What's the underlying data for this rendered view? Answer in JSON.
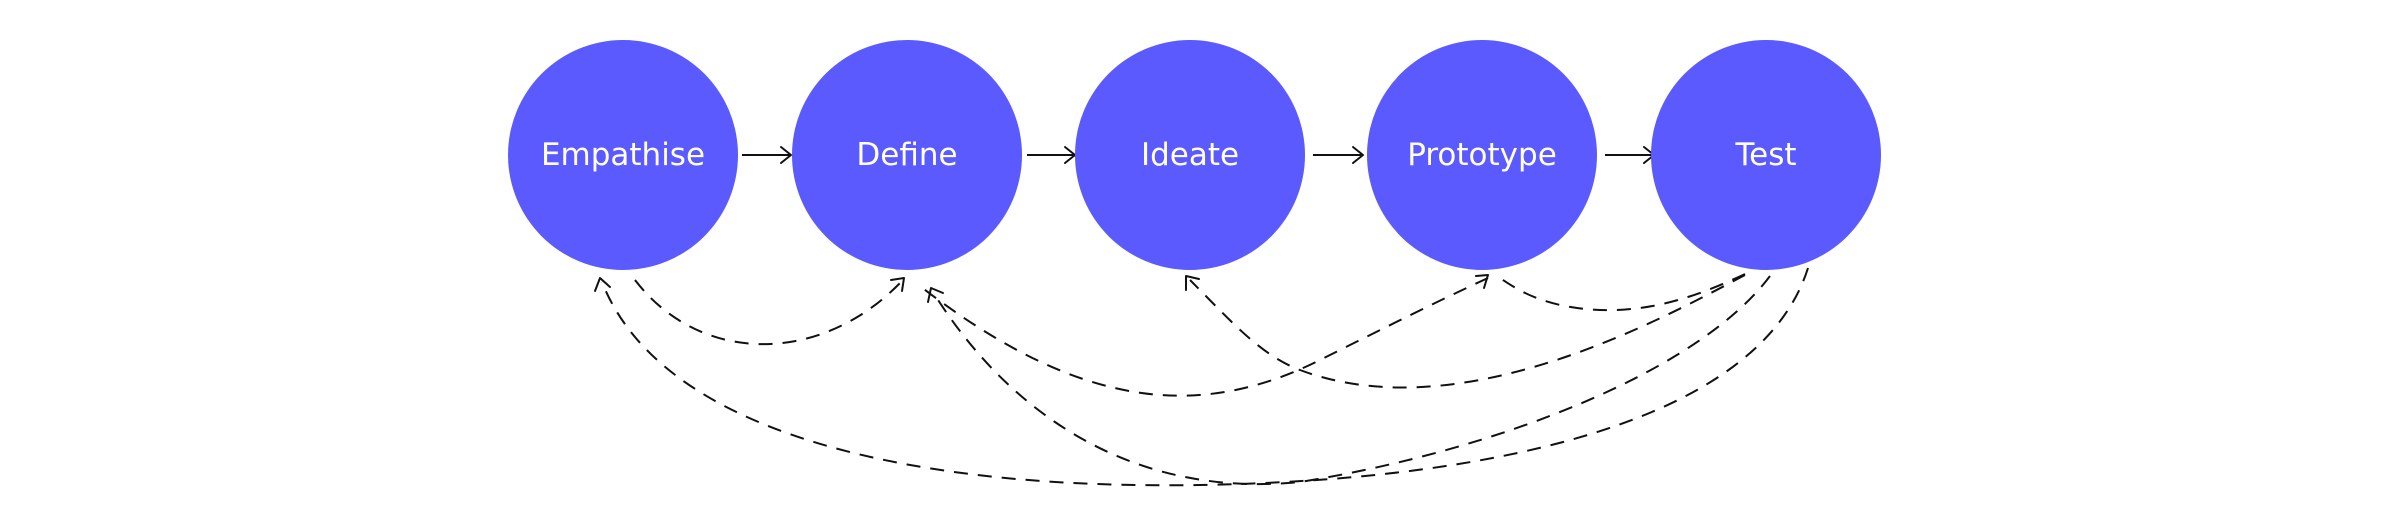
{
  "colors": {
    "stage_fill": "#5a5aff",
    "stage_text": "#ffffff",
    "line": "#111111",
    "background": "#ffffff"
  },
  "stages": [
    {
      "label": "Empathise"
    },
    {
      "label": "Define"
    },
    {
      "label": "Ideate"
    },
    {
      "label": "Prototype"
    },
    {
      "label": "Test"
    }
  ],
  "flow": [
    {
      "from": "Empathise",
      "to": "Define",
      "style": "solid"
    },
    {
      "from": "Define",
      "to": "Ideate",
      "style": "solid"
    },
    {
      "from": "Ideate",
      "to": "Prototype",
      "style": "solid"
    },
    {
      "from": "Prototype",
      "to": "Test",
      "style": "solid"
    }
  ],
  "feedback_loops": [
    {
      "from": "Empathise",
      "to": "Define",
      "style": "dashed"
    },
    {
      "from": "Prototype",
      "to": "Define",
      "style": "dashed"
    },
    {
      "from": "Test",
      "to": "Ideate",
      "style": "dashed"
    },
    {
      "from": "Test",
      "to": "Prototype",
      "style": "dashed"
    },
    {
      "from": "Test",
      "to": "Define",
      "style": "dashed"
    },
    {
      "from": "Test",
      "to": "Empathise",
      "style": "dashed"
    }
  ]
}
